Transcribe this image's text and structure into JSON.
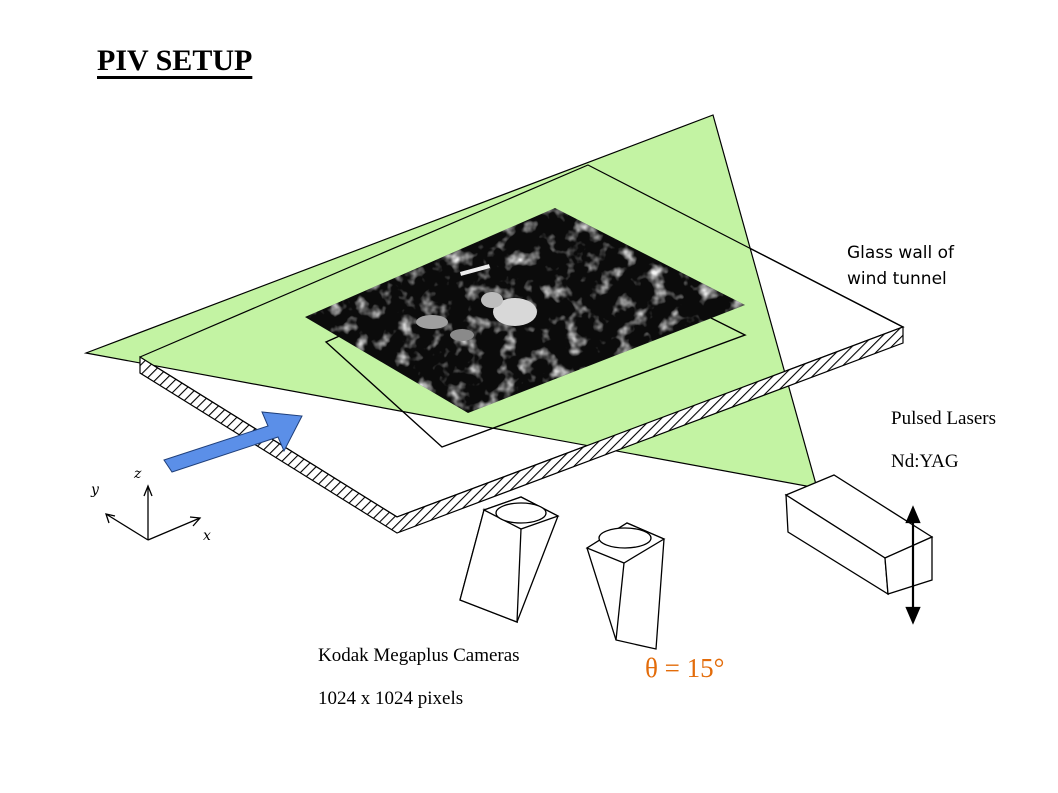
{
  "title": "PIV SETUP",
  "labels": {
    "glass_wall_line1": "Glass wall of",
    "glass_wall_line2": "wind tunnel",
    "lasers_line1": "Pulsed Lasers",
    "lasers_line2": "Nd:YAG",
    "cameras_line1": "Kodak Megaplus Cameras",
    "cameras_line2": "1024 x 1024 pixels",
    "angle": "θ = 15°"
  },
  "axes": {
    "x": "x",
    "y": "y",
    "z": "z"
  },
  "colors": {
    "laser_sheet": "#c3f3a3",
    "flow_arrow": "#5b8fe8",
    "angle_text": "#e36c0a",
    "piv_image": "#0b0b0b"
  }
}
